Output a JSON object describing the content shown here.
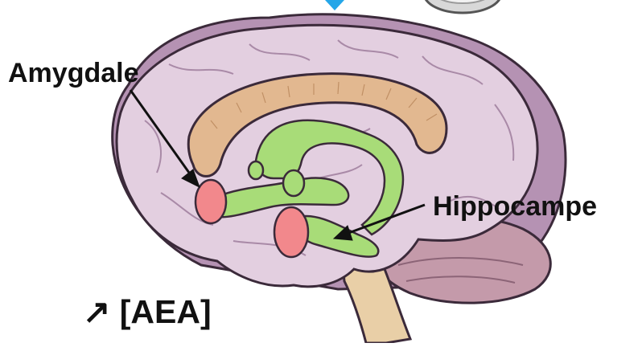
{
  "labels": {
    "amygdale": "Amygdale",
    "hippocampe": "Hippocampe",
    "aea": "↗ [AEA]"
  },
  "icons": {
    "top_marker": "blue-arrow-icon",
    "top_right": "clock-icon"
  },
  "colors": {
    "cortex": "#e3cfe0",
    "cortex_outline": "#3b2a3a",
    "hemisphere_back": "#b592b3",
    "corpus_callosum": "#e2b890",
    "hippocampus_fornix": "#a8dc78",
    "amygdala": "#f2888c",
    "brainstem": "#e9cfa7",
    "cerebellum": "#c49aaa",
    "arrow": "#111111",
    "marker": "#25a6e8"
  }
}
